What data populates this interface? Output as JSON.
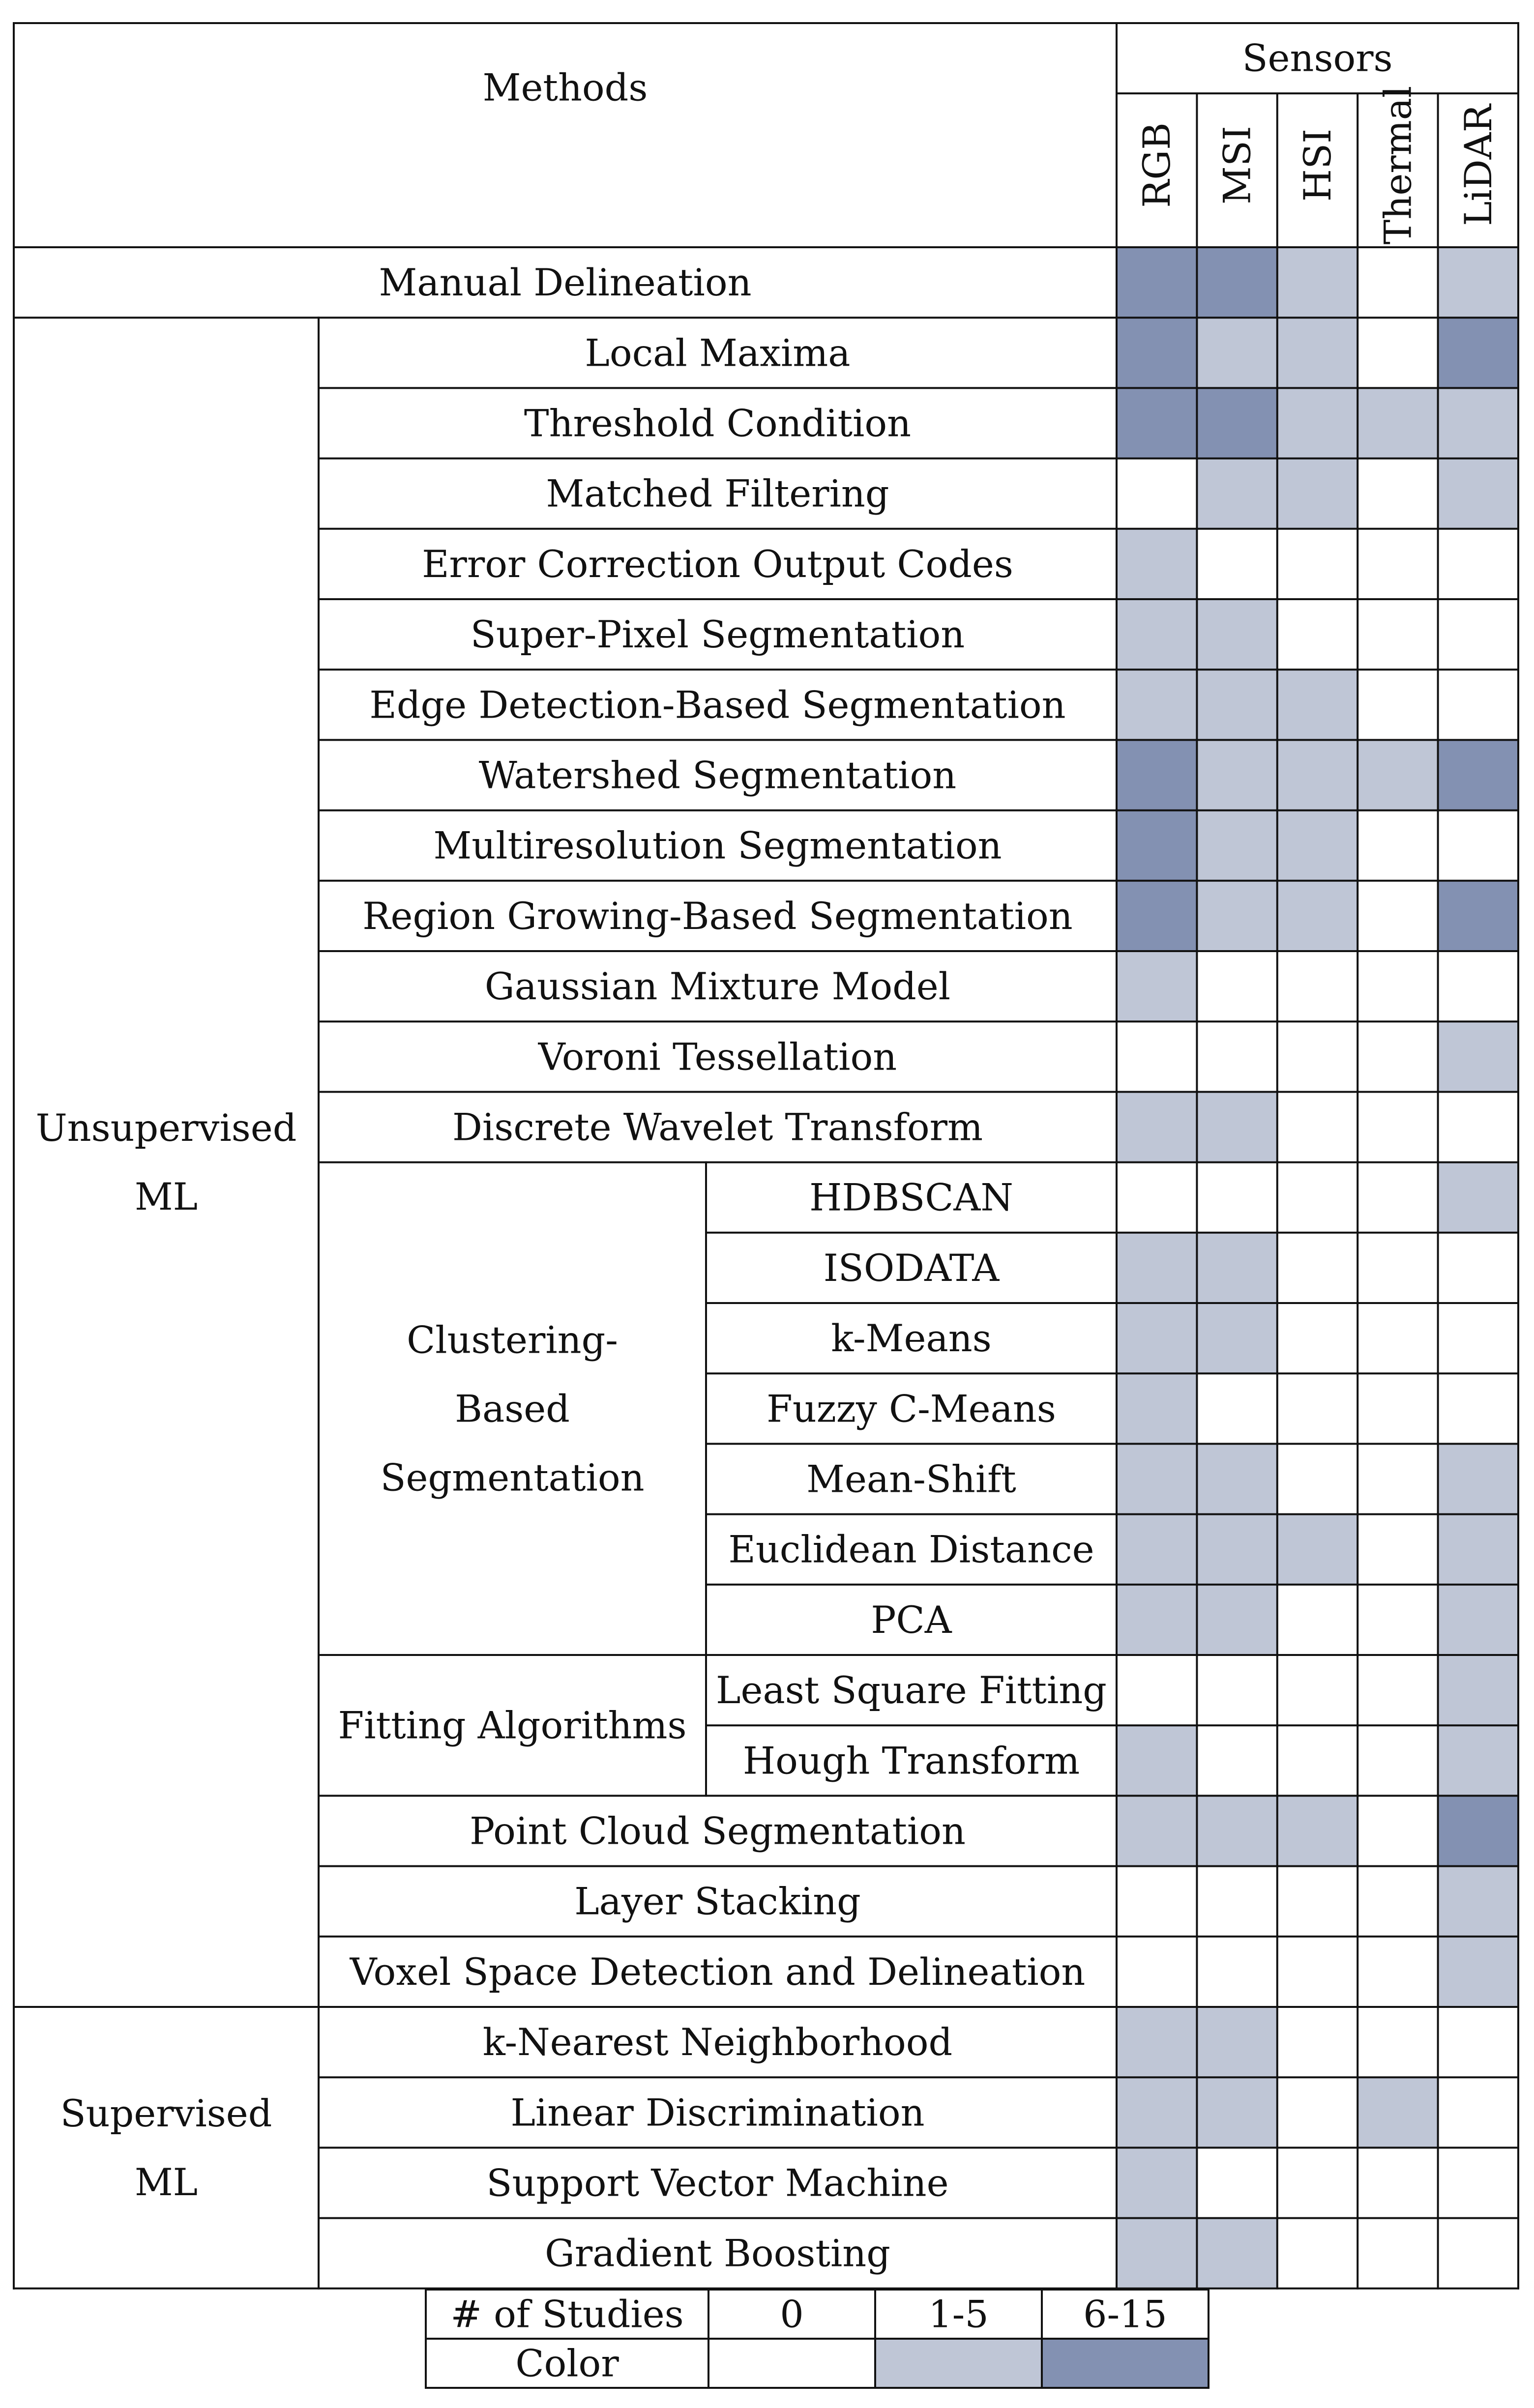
{
  "colors": {
    "none": "#ffffff",
    "low": "#bfc6d6",
    "high": "#8391b2",
    "line": "#111111"
  },
  "header": {
    "methods": "Methods",
    "sensors": "Sensors",
    "sensor_cols": [
      "RGB",
      "MSI",
      "HSI",
      "Thermal",
      "LiDAR"
    ]
  },
  "groups": [
    {
      "name": "",
      "label_lines": []
    },
    {
      "name": "Unsupervised ML",
      "label_lines": [
        "Unsupervised",
        "ML"
      ]
    },
    {
      "name": "Supervised ML",
      "label_lines": [
        "Supervised",
        "ML"
      ]
    }
  ],
  "subgroups": [
    {
      "label_lines": [
        "Clustering-",
        "Based",
        "Segmentation"
      ]
    },
    {
      "label_lines": [
        "Fitting Algorithms"
      ]
    }
  ],
  "rows": [
    {
      "method": "Manual Delineation",
      "group": 0,
      "cells": [
        2,
        2,
        1,
        0,
        1
      ]
    },
    {
      "method": "Local Maxima",
      "group": 1,
      "cells": [
        2,
        1,
        1,
        0,
        2
      ]
    },
    {
      "method": "Threshold Condition",
      "group": 1,
      "cells": [
        2,
        2,
        1,
        1,
        1
      ]
    },
    {
      "method": "Matched Filtering",
      "group": 1,
      "cells": [
        0,
        1,
        1,
        0,
        1
      ]
    },
    {
      "method": "Error Correction Output Codes",
      "group": 1,
      "cells": [
        1,
        0,
        0,
        0,
        0
      ]
    },
    {
      "method": "Super-Pixel Segmentation",
      "group": 1,
      "cells": [
        1,
        1,
        0,
        0,
        0
      ]
    },
    {
      "method": "Edge Detection-Based Segmentation",
      "group": 1,
      "cells": [
        1,
        1,
        1,
        0,
        0
      ]
    },
    {
      "method": "Watershed Segmentation",
      "group": 1,
      "cells": [
        2,
        1,
        1,
        1,
        2
      ]
    },
    {
      "method": "Multiresolution Segmentation",
      "group": 1,
      "cells": [
        2,
        1,
        1,
        0,
        0
      ]
    },
    {
      "method": "Region Growing-Based Segmentation",
      "group": 1,
      "cells": [
        2,
        1,
        1,
        0,
        2
      ]
    },
    {
      "method": "Gaussian Mixture Model",
      "group": 1,
      "cells": [
        1,
        0,
        0,
        0,
        0
      ]
    },
    {
      "method": "Voroni Tessellation",
      "group": 1,
      "cells": [
        0,
        0,
        0,
        0,
        1
      ]
    },
    {
      "method": "Discrete Wavelet Transform",
      "group": 1,
      "cells": [
        1,
        1,
        0,
        0,
        0
      ]
    },
    {
      "method": "HDBSCAN",
      "group": 1,
      "sub": 0,
      "cells": [
        0,
        0,
        0,
        0,
        1
      ]
    },
    {
      "method": "ISODATA",
      "group": 1,
      "sub": 0,
      "cells": [
        1,
        1,
        0,
        0,
        0
      ]
    },
    {
      "method": "k-Means",
      "group": 1,
      "sub": 0,
      "cells": [
        1,
        1,
        0,
        0,
        0
      ]
    },
    {
      "method": "Fuzzy C-Means",
      "group": 1,
      "sub": 0,
      "cells": [
        1,
        0,
        0,
        0,
        0
      ]
    },
    {
      "method": "Mean-Shift",
      "group": 1,
      "sub": 0,
      "cells": [
        1,
        1,
        0,
        0,
        1
      ]
    },
    {
      "method": "Euclidean Distance",
      "group": 1,
      "sub": 0,
      "cells": [
        1,
        1,
        1,
        0,
        1
      ]
    },
    {
      "method": "PCA",
      "group": 1,
      "sub": 0,
      "cells": [
        1,
        1,
        0,
        0,
        1
      ]
    },
    {
      "method": "Least Square Fitting",
      "group": 1,
      "sub": 1,
      "cells": [
        0,
        0,
        0,
        0,
        1
      ]
    },
    {
      "method": "Hough Transform",
      "group": 1,
      "sub": 1,
      "cells": [
        1,
        0,
        0,
        0,
        1
      ]
    },
    {
      "method": "Point Cloud Segmentation",
      "group": 1,
      "cells": [
        1,
        1,
        1,
        0,
        2
      ]
    },
    {
      "method": "Layer Stacking",
      "group": 1,
      "cells": [
        0,
        0,
        0,
        0,
        1
      ]
    },
    {
      "method": "Voxel Space Detection and Delineation",
      "group": 1,
      "cells": [
        0,
        0,
        0,
        0,
        1
      ]
    },
    {
      "method": "k-Nearest Neighborhood",
      "group": 2,
      "cells": [
        1,
        1,
        0,
        0,
        0
      ]
    },
    {
      "method": "Linear Discrimination",
      "group": 2,
      "cells": [
        1,
        1,
        0,
        1,
        0
      ]
    },
    {
      "method": "Support Vector Machine",
      "group": 2,
      "cells": [
        1,
        0,
        0,
        0,
        0
      ]
    },
    {
      "method": "Gradient Boosting",
      "group": 2,
      "cells": [
        1,
        1,
        0,
        0,
        0
      ]
    }
  ],
  "legend": {
    "studies_label": "# of Studies",
    "color_label": "Color",
    "bins": [
      {
        "range": "0",
        "level": 0
      },
      {
        "range": "1-5",
        "level": 1
      },
      {
        "range": "6-15",
        "level": 2
      }
    ]
  }
}
